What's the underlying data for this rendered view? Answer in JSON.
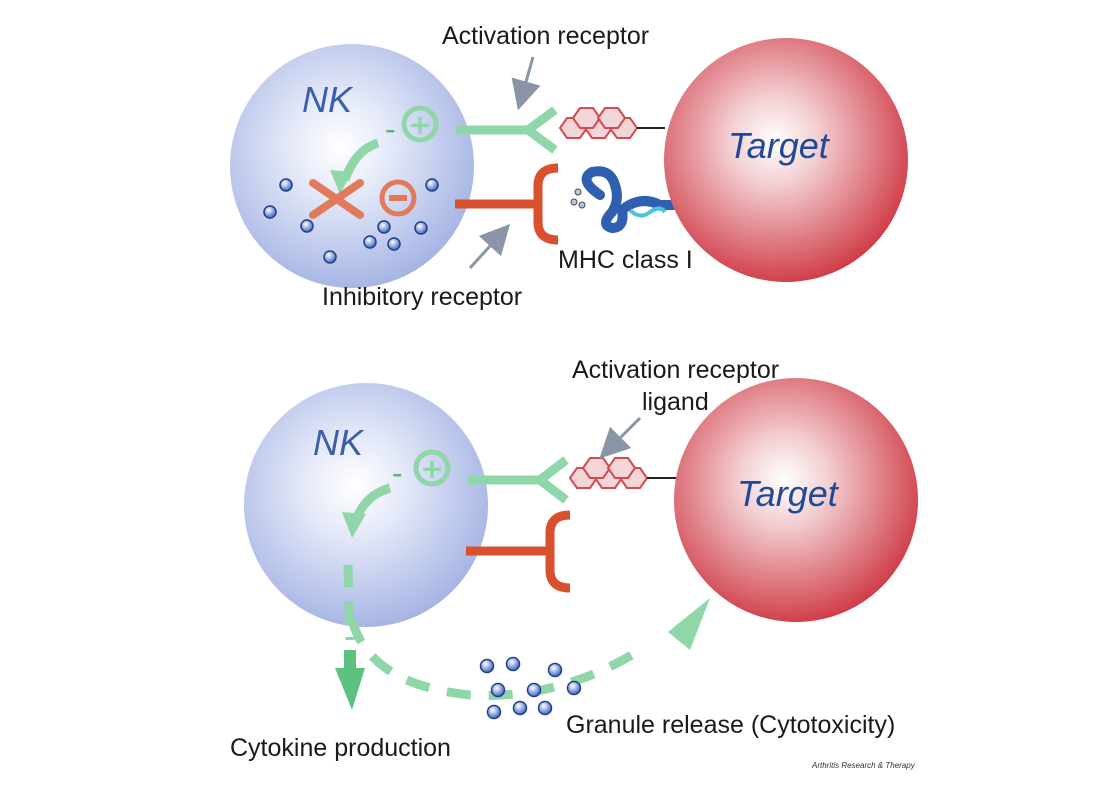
{
  "panel_top": {
    "nk_label": "NK",
    "target_label": "Target",
    "activation_receptor_label": "Activation receptor",
    "inhibitory_receptor_label": "Inhibitory receptor",
    "mhc_label": "MHC class I",
    "plus_sign": "+",
    "minus_sign": "−",
    "dash_sign": "-"
  },
  "panel_bottom": {
    "nk_label": "NK",
    "target_label": "Target",
    "ligand_label_line1": "Activation receptor",
    "ligand_label_line2": "ligand",
    "plus_sign": "+",
    "dash_sign": "-",
    "cytokine_label": "Cytokine production",
    "granule_label": "Granule release (Cytotoxicity)"
  },
  "credit": "Arthritis Research & Therapy",
  "colors": {
    "activating_green": "#8fd6a8",
    "inhibitory_red": "#d9502e",
    "nk_cell": "#a9b8e6",
    "target_cell": "#d2454f",
    "mhc_blue": "#2f5fb0",
    "granule_blue": "#5a7fd0",
    "arrow_gray": "#8a95a5"
  }
}
